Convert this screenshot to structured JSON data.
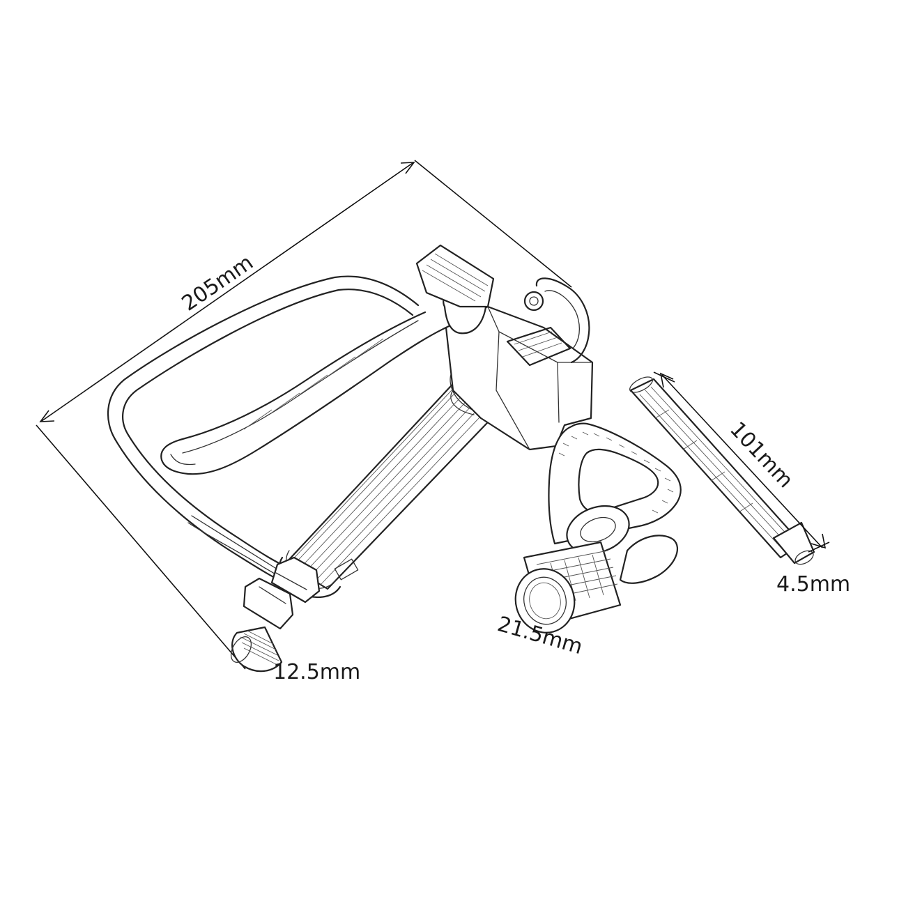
{
  "dimensions": {
    "gun_length": "205mm",
    "inlet_thread": "12.5mm",
    "tip_guard": "21.5mm",
    "filter_length": "101mm",
    "filter_diameter": "4.5mm"
  },
  "illustration": {
    "style": "pencil-sketch line drawing",
    "parts": [
      "spray-gun",
      "tip-guard",
      "filter"
    ]
  }
}
